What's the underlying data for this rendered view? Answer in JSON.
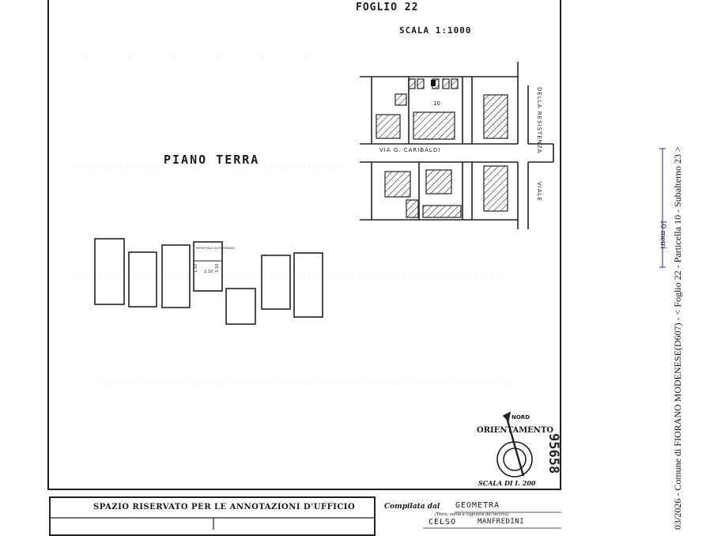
{
  "header": {
    "foglio": "FOGLIO   22",
    "scala": "SCALA  1:1000"
  },
  "plan": {
    "title": "PIANO  TERRA",
    "street_via": "VIA G. CARIBALDI",
    "street_viale": "VIALE",
    "street_resistenza": "DELLA RESISTENZA",
    "parcel_number": "10",
    "unit_label_1": "1.10",
    "unit_label_2": "2.10",
    "unit_label_3": "3.10",
    "small_plate": "RIPOSTIGLIO AUTORIMESSA"
  },
  "orientation": {
    "label": "ORIENTAMENTO",
    "north": "NORD",
    "scale": "SCALA DI I. 200"
  },
  "stamp": "95658",
  "sidebar": {
    "text": "03/2026 - Comune di FIORANO MODENESE(D607) - < Foglio 22 - Particella 10 - Subalterno 23 >",
    "meter_label": "10 metri"
  },
  "footer": {
    "office_title": "SPAZIO RISERVATO PER LE ANNOTAZIONI D'UFFICIO",
    "compilata": "Compilata dal",
    "compilata_sub": "(Titolo, nome e cognome del tecnico)",
    "geometra": "GEOMETRA",
    "name_first": "CELSO",
    "name_last": "MANFREDINI"
  },
  "colors": {
    "ink": "#1a1a1a",
    "accent_blue": "#3b4fb0"
  }
}
